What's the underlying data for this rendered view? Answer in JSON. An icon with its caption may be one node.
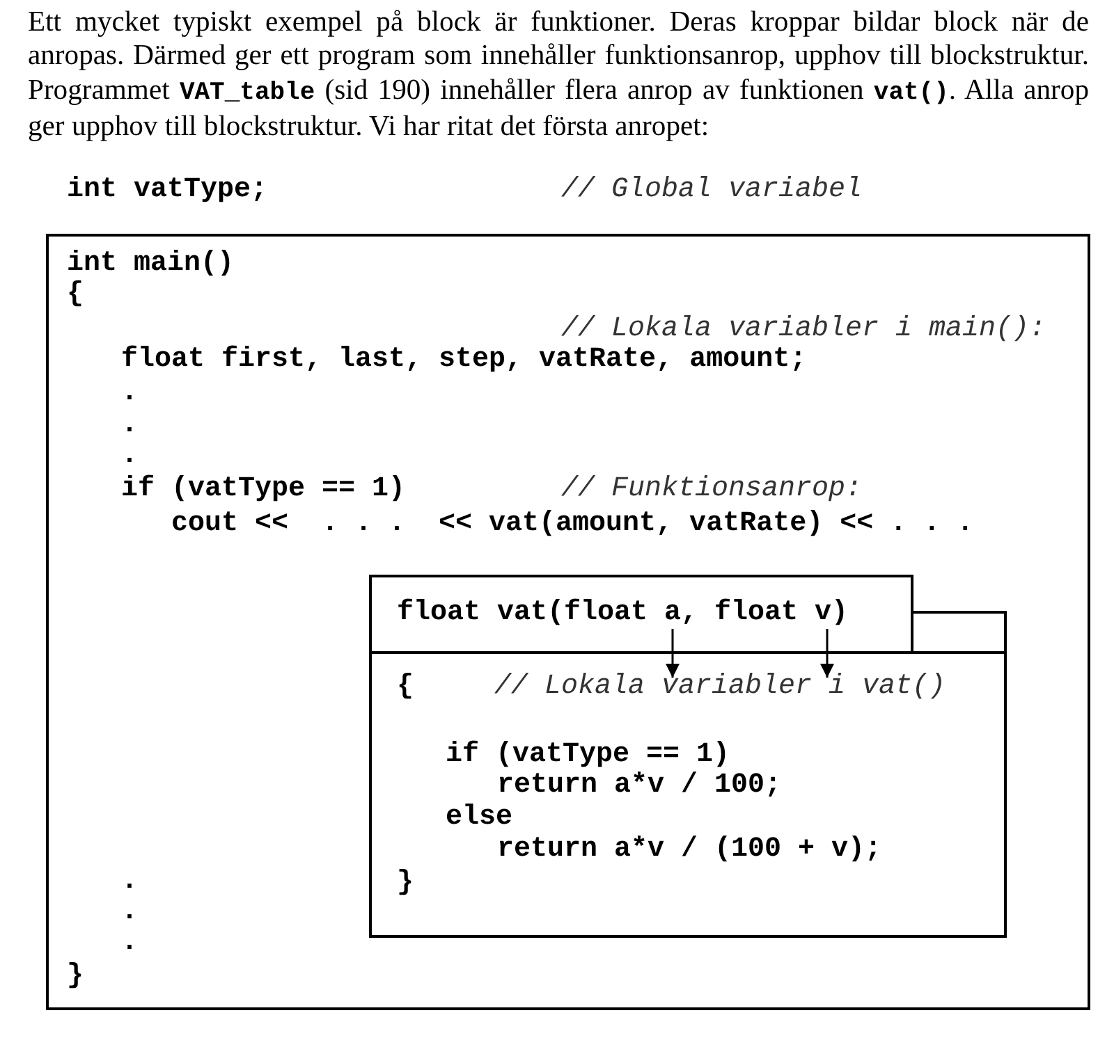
{
  "diagram": {
    "nodes": [
      {
        "text": [
          "int main()",
          "{",
          "// Lokala variabler i main():",
          "float first, last, step, vatRate, amount;",
          ".",
          ".",
          ".",
          "if (vatType == 1)",
          "// Funktionsanrop:",
          "cout <<  . . .  << vat(amount, vatRate) << . . .",
          ".",
          ".",
          ".",
          "}"
        ]
      },
      {
        "text": [
          "float vat(float a, float v)"
        ],
        "in": 0
      },
      {
        "text": [
          "{",
          "// Lokala variabler i vat()",
          "if (vatType == 1)",
          "return a*v / 100;",
          "else",
          "return a*v / (100 + v);",
          "}"
        ],
        "in": 0
      }
    ],
    "edges": [
      {
        "from": 1,
        "to": 2,
        "arrow": "to"
      },
      {
        "from": 1,
        "to": 2,
        "arrow": "to"
      }
    ],
    "labels": [
      "Ett mycket typiskt exempel på block är funktioner. Deras kroppar bildar block när de anropas. Därmed ger ett program som innehåller funktionsanrop, upphov till blockstruktur. Programmet **VAT_table** (sid 190) innehåller flera anrop av funktionen **vat()**. Alla anrop ger upphov till blockstruktur. Vi har ritat det första anropet:",
      "int vatType;",
      "// Global variabel"
    ]
  }
}
